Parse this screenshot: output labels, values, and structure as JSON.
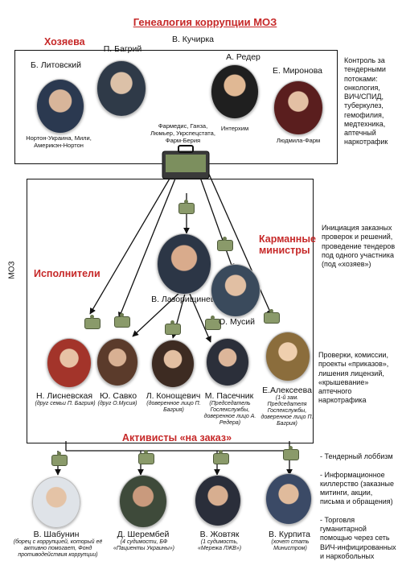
{
  "title": "Генеалогия коррупции МОЗ",
  "owners": {
    "heading": "Хозяева",
    "people": [
      {
        "name": "Б. Литовский",
        "note": "Нортон-Украина, Мили, Америкэн-Нортон"
      },
      {
        "name": "П. Багрий",
        "note": ""
      },
      {
        "name": "В. Кучирка",
        "note": "Фармедис, Ганза, Люмьер, Укрспецстата, Фарм-Берия"
      },
      {
        "name": "А. Редер",
        "note": "Интерхим"
      },
      {
        "name": "Е. Миронова",
        "note": "Людмила-Фарм"
      }
    ],
    "side_text": "Контроль за тендерными потоками: онкология, ВИЧ/СПИД, туберкулез, гемофилия, медтехника, аптечный наркотрафик"
  },
  "moz_label": "МОЗ",
  "pocket": {
    "heading": "Карманные министры",
    "people": [
      {
        "name": "В. Лазорищинец",
        "note": ""
      },
      {
        "name": "О. Мусий",
        "note": ""
      }
    ],
    "side_text": "Инициация заказных проверок и решений, проведение тендеров под одного участника (под «хозяев»)"
  },
  "executors": {
    "heading": "Исполнители",
    "people": [
      {
        "name": "Н. Лисневская",
        "note": "(друг семьи П. Багрия)"
      },
      {
        "name": "Ю. Савко",
        "note": "(друг О.Мусия)"
      },
      {
        "name": "Л. Конощевич",
        "note": "(доверенное лицо П. Багрия)"
      },
      {
        "name": "М. Пасечник",
        "note": "(Председатель Гослекслужбы, доверенное лицо А. Редера)"
      },
      {
        "name": "Е.Алексеева",
        "note": "(1-й зам. Председателя Госпекслужбы, доверенное лицо П. Багрия)"
      }
    ],
    "side_text": "Проверки, комиссии, проекты «приказов», лишения лицензий, «крышевание» аптечного наркотрафика"
  },
  "activists": {
    "heading": "Активисты «на заказ»",
    "people": [
      {
        "name": "В. Шабунин",
        "note": "(борец с коррупцией, который её активно помогает, Фонд противодействия коррупции)"
      },
      {
        "name": "Д. Шерембей",
        "note": "(4 судимости, БФ «Пациенты Украины»)"
      },
      {
        "name": "В. Жовтяк",
        "note": "(1 судимость, «Мережа ЛЖВ»)"
      },
      {
        "name": "В. Курпита",
        "note": "(хочет стать Министром)"
      }
    ],
    "side_text": "- Тендерный лоббизм\n\n- Информационное киллерство (заказные митинги, акции, письма и обращения)\n\n- Торговля гуманитарной помощью через сеть ВИЧ-инфицированных и наркобольных"
  },
  "colors": {
    "accent": "#c62828",
    "line": "#111111"
  }
}
